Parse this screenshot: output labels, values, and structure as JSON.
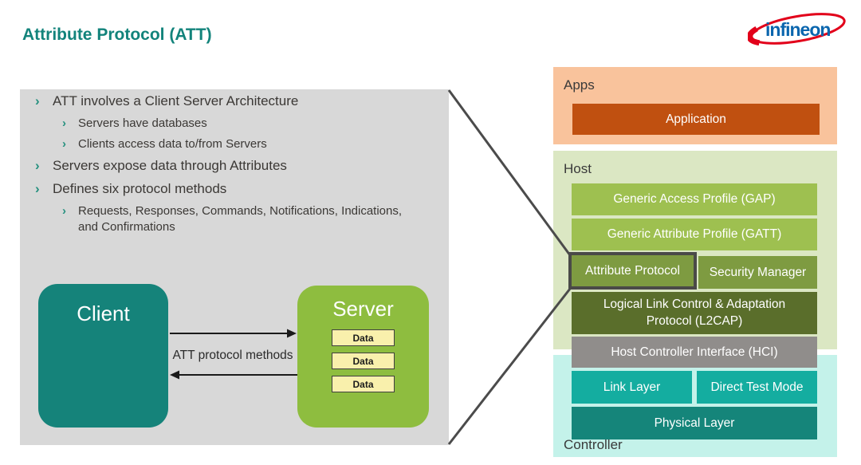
{
  "slide": {
    "title": "Attribute Protocol (ATT)"
  },
  "logo": {
    "brand": "infineon"
  },
  "bullets": [
    {
      "level": 1,
      "text": "ATT involves a Client Server Architecture"
    },
    {
      "level": 2,
      "text": "Servers have databases"
    },
    {
      "level": 2,
      "text": "Clients access data to/from Servers"
    },
    {
      "level": 1,
      "text": "Servers expose data through Attributes"
    },
    {
      "level": 1,
      "text": "Defines six protocol methods"
    },
    {
      "level": 2,
      "text": "Requests, Responses, Commands, Notifications, Indications, and Confirmations"
    }
  ],
  "att_diagram": {
    "client_label": "Client",
    "server_label": "Server",
    "arrow_label": "ATT protocol methods",
    "server_data": [
      "Data",
      "Data",
      "Data"
    ]
  },
  "stack": {
    "apps": {
      "label": "Apps",
      "application": "Application"
    },
    "host": {
      "label": "Host",
      "gap": "Generic Access Profile (GAP)",
      "gatt": "Generic Attribute Profile (GATT)",
      "att": "Attribute Protocol",
      "sm": "Security Manager",
      "l2cap": "Logical Link Control & Adaptation Protocol (L2CAP)",
      "hci": "Host Controller Interface (HCI)"
    },
    "controller": {
      "label": "Controller",
      "link_layer": "Link Layer",
      "dtm": "Direct Test Mode",
      "phy": "Physical Layer"
    }
  },
  "colors": {
    "title_teal": "#12837B",
    "bullet_chevron_teal": "#26917F",
    "panel_gray": "#D8D8D8",
    "client_teal": "#15837A",
    "server_green": "#8EBD3F",
    "data_yellow": "#F9F0AC",
    "apps_bg": "#F9C39C",
    "application_orange": "#C05010",
    "host_bg": "#DBE7C3",
    "profile_green": "#9EC050",
    "protocol_olive": "#7E9B41",
    "l2cap_olive": "#5A6E2B",
    "hci_gray": "#908D8B",
    "controller_bg": "#C4F2EA",
    "layer_teal": "#14ADA0",
    "physical_teal": "#15857A",
    "highlight_border": "#4A4A48",
    "logo_blue": "#0B66AE",
    "logo_red": "#E2001A"
  }
}
